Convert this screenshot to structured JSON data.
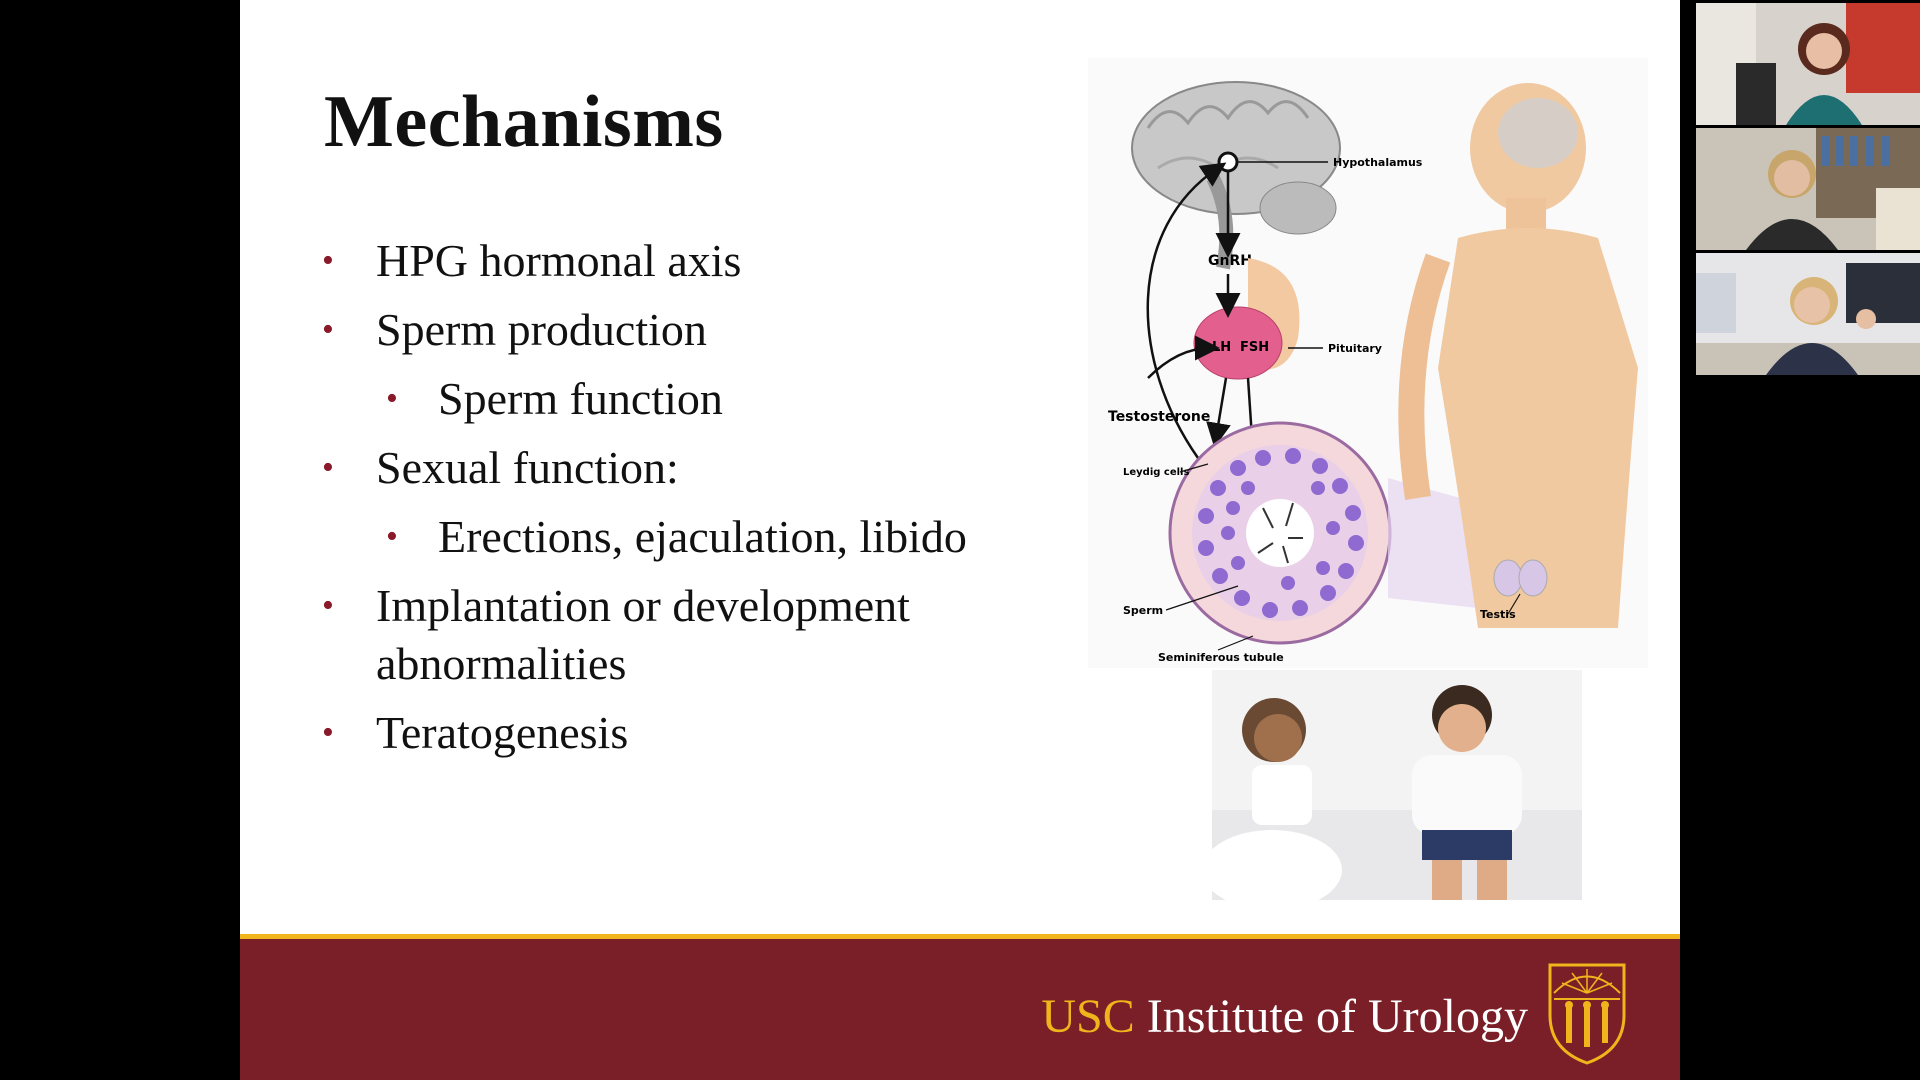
{
  "slide": {
    "title": "Mechanisms",
    "bullets": [
      {
        "text": "HPG hormonal axis",
        "level": 1
      },
      {
        "text": "Sperm production",
        "level": 1
      },
      {
        "text": "Sperm function",
        "level": 2
      },
      {
        "text": "Sexual function:",
        "level": 1
      },
      {
        "text": "Erections, ejaculation, libido",
        "level": 2
      },
      {
        "text": "Implantation or development abnormalities",
        "level": 1
      },
      {
        "text": "Teratogenesis",
        "level": 1
      }
    ],
    "diagram_labels": {
      "hypothalamus": "Hypothalamus",
      "gnrh": "GnRH",
      "lh": "LH",
      "fsh": "FSH",
      "pituitary": "Pituitary",
      "testosterone": "Testosterone",
      "leydig": "Leydig cells",
      "sperm": "Sperm",
      "seminiferous": "Seminiferous tubule",
      "testis": "Testis"
    },
    "footer": {
      "usc": "USC",
      "institute": " Institute of Urology"
    }
  },
  "colors": {
    "footer_bg": "#7a1f27",
    "accent_gold": "#f0b41c",
    "bullet": "#8a1a2a"
  },
  "participants": [
    "participant-1",
    "participant-2",
    "participant-3"
  ]
}
